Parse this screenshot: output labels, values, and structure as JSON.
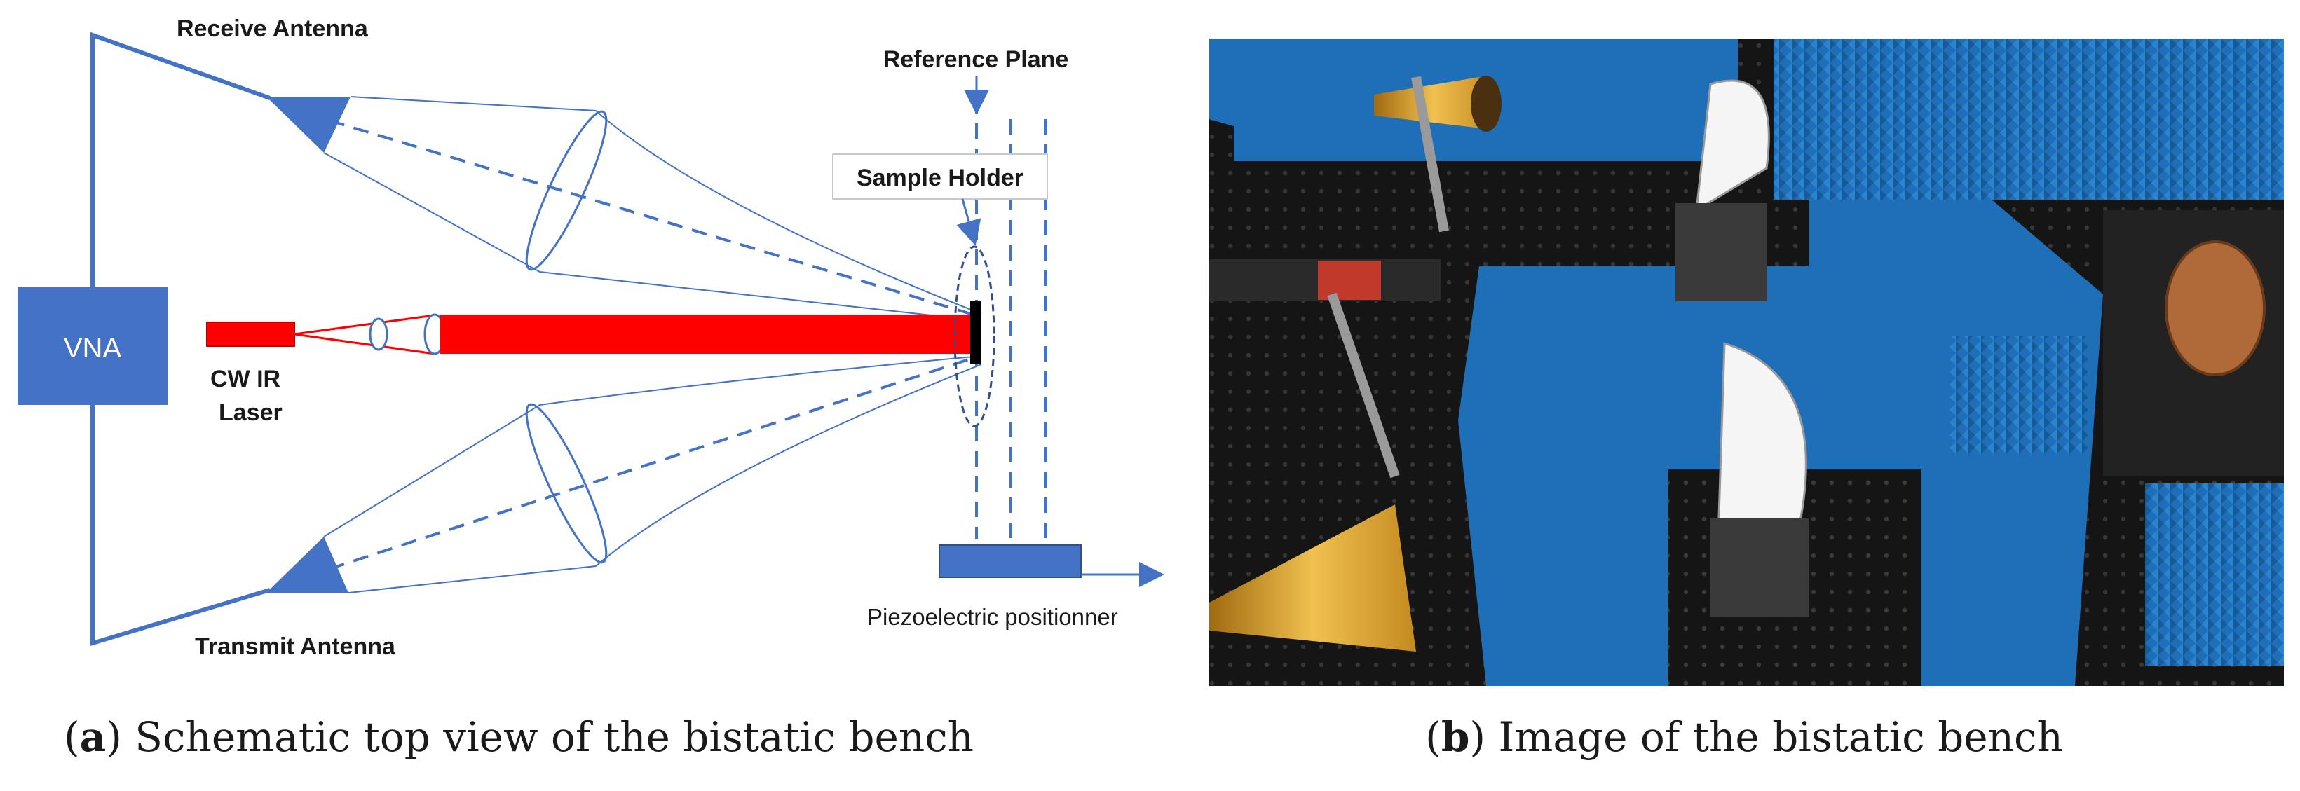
{
  "schematic": {
    "vna_label": "VNA",
    "receive_antenna_label": "Receive Antenna",
    "transmit_antenna_label": "Transmit Antenna",
    "laser_label_line1": "CW IR",
    "laser_label_line2": "Laser",
    "reference_plane_label": "Reference Plane",
    "sample_holder_label": "Sample Holder",
    "piezo_label": "Piezoelectric positionner"
  },
  "captions": {
    "a_tag": "a",
    "a_text": "Schematic top view of the bistatic bench",
    "b_tag": "b",
    "b_text": "Image of the bistatic bench"
  },
  "colors": {
    "diagram_blue": "#4472C4",
    "laser_red": "#FF0000",
    "absorber_blue": "#1E6FB8",
    "bench_black": "#151515"
  }
}
